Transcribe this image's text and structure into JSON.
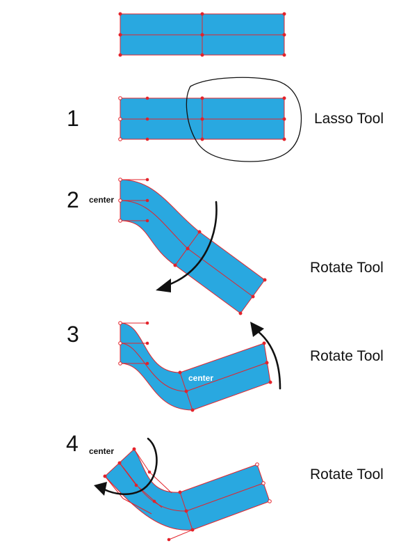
{
  "colors": {
    "shape_fill": "#29a8e0",
    "path_stroke": "#e3232b",
    "text": "#111111",
    "center_label_inside": "#ffffff"
  },
  "steps": [
    {
      "number": "1",
      "tool": "Lasso Tool"
    },
    {
      "number": "2",
      "tool": "Rotate Tool",
      "center_label": "center"
    },
    {
      "number": "3",
      "tool": "Rotate Tool",
      "center_label": "center"
    },
    {
      "number": "4",
      "tool": "Rotate Tool",
      "center_label": "center"
    }
  ],
  "icons": [
    "lasso-selection-icon",
    "rotate-arrow-icon"
  ]
}
